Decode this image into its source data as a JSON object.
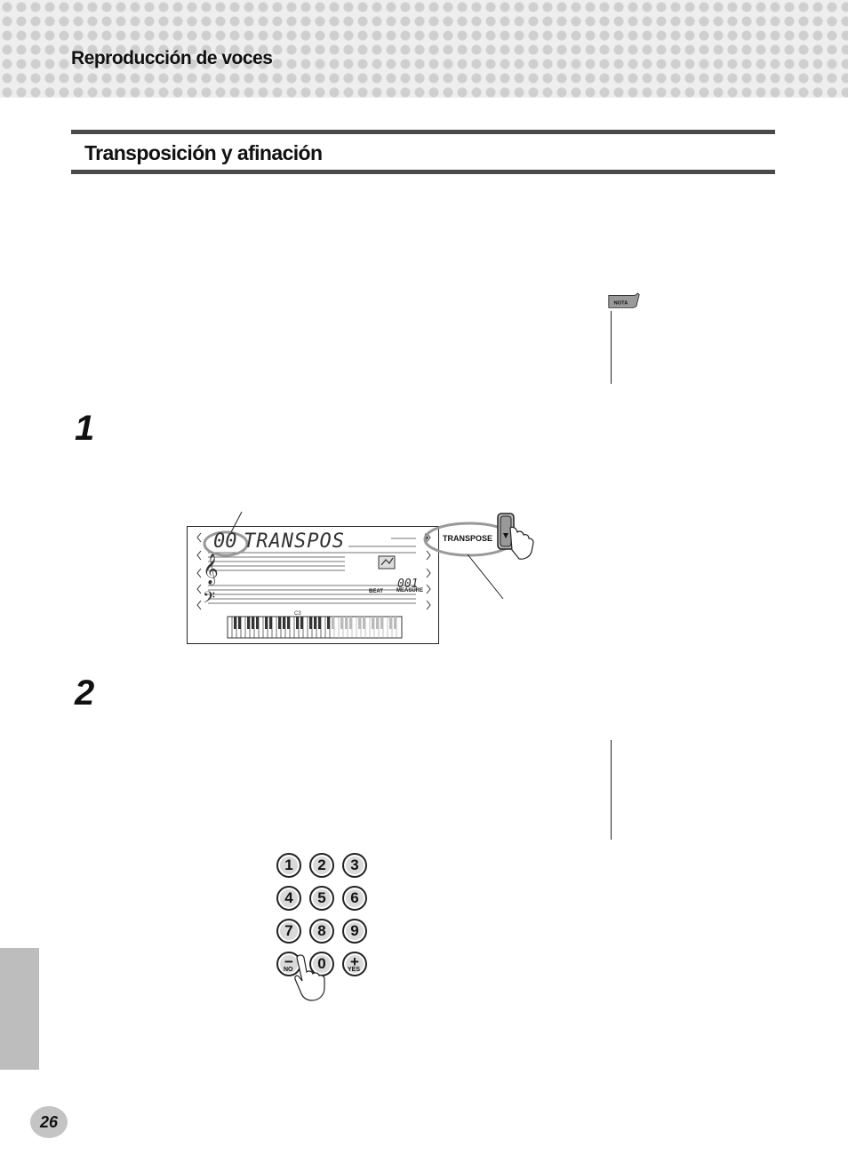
{
  "header": {
    "title": "Reproducción de voces"
  },
  "section": {
    "title": "Transposición y afinación"
  },
  "nota": {
    "label": "NOTA"
  },
  "steps": [
    {
      "number": "1"
    },
    {
      "number": "2"
    }
  ],
  "lcd": {
    "value": "00",
    "text": "TRANSPOS",
    "beat_label": "BEAT",
    "measure_label": "MEASURE",
    "counter": "001",
    "transpose_label": "TRANSPOSE"
  },
  "keypad": {
    "keys": [
      "1",
      "2",
      "3",
      "4",
      "5",
      "6",
      "7",
      "8",
      "9",
      "−",
      "0",
      "+"
    ],
    "no_label": "NO",
    "yes_label": "YES"
  },
  "page": {
    "number": "26"
  }
}
